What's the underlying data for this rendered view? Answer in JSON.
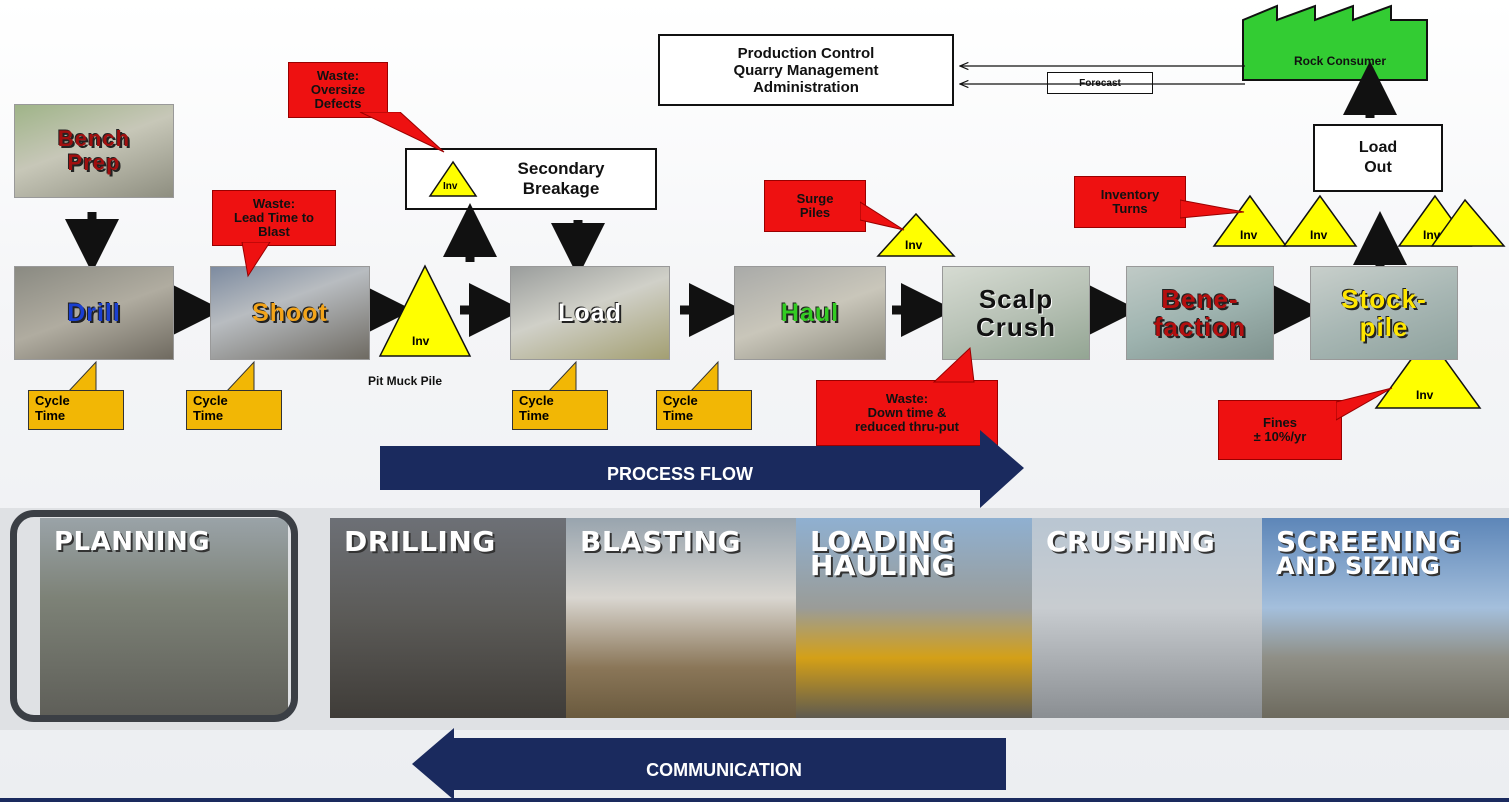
{
  "management": {
    "line1": "Production Control",
    "line2": "Quarry Management",
    "line3": "Administration"
  },
  "forecast": "Forecast",
  "rock_consumer": "Rock Consumer",
  "load_out": {
    "line1": "Load",
    "line2": "Out"
  },
  "secondary_breakage": {
    "line1": "Secondary",
    "line2": "Breakage"
  },
  "inv": "Inv",
  "bench_prep": {
    "line1": "Bench",
    "line2": "Prep"
  },
  "steps": {
    "drill": "Drill",
    "shoot": "Shoot",
    "load": "Load",
    "haul": "Haul",
    "scalp_line1": "Scalp",
    "scalp_line2": "Crush",
    "bene_line1": "Bene-",
    "bene_line2": "faction",
    "stock_line1": "Stock-",
    "stock_line2": "pile"
  },
  "callouts": {
    "waste_oversize": {
      "line1": "Waste:",
      "line2": "Oversize",
      "line3": "Defects"
    },
    "waste_lead": {
      "line1": "Waste:",
      "line2": "Lead Time to",
      "line3": "Blast"
    },
    "surge": {
      "line1": "Surge",
      "line2": "Piles"
    },
    "inventory_turns": {
      "line1": "Inventory",
      "line2": "Turns"
    },
    "waste_down": {
      "line1": "Waste:",
      "line2": "Down time &",
      "line3": "reduced thru-put"
    },
    "fines": {
      "line1": "Fines",
      "line2": "± 10%/yr"
    }
  },
  "cycle": {
    "line1": "Cycle",
    "line2": "Time"
  },
  "pit_muck": "Pit Muck Pile",
  "process_flow": "PROCESS FLOW",
  "communication": "COMMUNICATION",
  "stages": [
    {
      "line1": "PLANNING",
      "line2": ""
    },
    {
      "line1": "DRILLING",
      "line2": ""
    },
    {
      "line1": "BLASTING",
      "line2": ""
    },
    {
      "line1": "LOADING",
      "line2": "HAULING"
    },
    {
      "line1": "CRUSHING",
      "line2": ""
    },
    {
      "line1": "SCREENING",
      "line2": "AND SIZING"
    }
  ],
  "colors": {
    "callout_red": "#ee1111",
    "cycle_yellow": "#f2b705",
    "inv_yellow": "#ffff00",
    "consumer_green": "#33cc33",
    "banner_navy": "#1a2a5e"
  }
}
